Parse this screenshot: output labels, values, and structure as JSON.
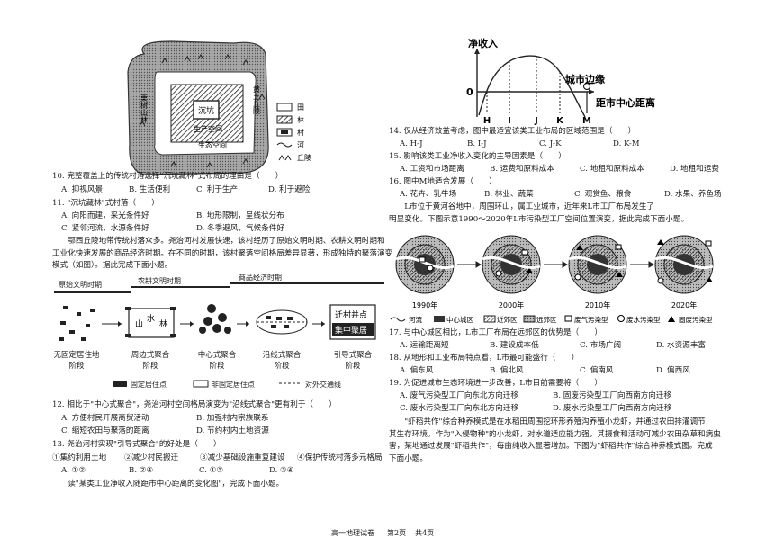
{
  "map1": {
    "label_center": "沉坑",
    "label_left": "栗树山林",
    "label_right": "黄土丘陵",
    "label_production": "生产空间",
    "label_living": "生态空间",
    "legend": [
      "田",
      "林",
      "村",
      "河",
      "丘陵"
    ]
  },
  "q10": {
    "stem": "10. 完整覆盖上的传统村落选择\"沉坑藏林\"式布局的理由是（　　）",
    "options": [
      "A. 抑视风景",
      "B. 生活便利",
      "C. 利于生产",
      "D. 利于避险"
    ]
  },
  "q11": {
    "stem": "11. \"沉坑藏林\"式村落（　　）",
    "options": [
      "A. 向阳而建，采光条件好",
      "B. 地形限制，呈线状分布",
      "C. 紧邻河流，水源条件好",
      "D. 冬季避风，气候条件好"
    ]
  },
  "intro1": [
    "　　鄂西丘陵地带传统村落众多。尧治河村发展快速，该村经历了原始文明时期、农耕文明时期和",
    "工业化快速发展的商品经济时期。在不同的时期，该村聚落空间格局差异显著，形成独特的聚落演变",
    "模式（如图）。据此完成下面小题。"
  ],
  "evo": {
    "periods": [
      "原始文明时期",
      "农耕文明时期",
      "商品经济时期"
    ],
    "stage_box2": [
      "山",
      "水",
      "林"
    ],
    "stage_box5": [
      "迁村并点",
      "集中聚居"
    ],
    "stages": [
      [
        "无固定居住地",
        "阶段"
      ],
      [
        "周边式聚合",
        "阶段"
      ],
      [
        "中心式聚合",
        "阶段"
      ],
      [
        "沿线式聚合",
        "阶段"
      ],
      [
        "引导式聚合",
        "阶段"
      ]
    ],
    "legend": [
      "固定居住点",
      "非固定居住点",
      "对外交通线"
    ]
  },
  "q12": {
    "stem": "12. 相比于\"中心式聚合\"，尧治河村空间格局演变为\"沿线式聚合\"更有利于（　　）",
    "options": [
      "A. 方便村民开展商贸活动",
      "B. 加强村内宗族联系",
      "C. 缩短农田与聚落的距离",
      "D. 节约村内土地资源"
    ]
  },
  "q13": {
    "stem": "13. 尧治河村实现\"引导式聚合\"的好处是（　　）",
    "items": [
      "①集约利用土地",
      "②减少村民搬迁",
      "③减少基础设施重复建设",
      "④保护传统村落多元格局"
    ],
    "options": [
      "A. ①②",
      "B. ②④",
      "C. ①③",
      "D. ③④"
    ]
  },
  "intro2": "　　读\"某类工业净收入随距市中心距离的变化图\"，完成下面小题。",
  "chart": {
    "ylabel": "净收入",
    "xlabel": "距市中心距离",
    "edge_label": "城市边缘",
    "origin": "0",
    "ticks": [
      "H",
      "I",
      "J",
      "K",
      "M"
    ]
  },
  "chart_data": {
    "type": "line",
    "title": "",
    "xlabel": "距市中心距离",
    "ylabel": "净收入",
    "x_ticks": [
      "H",
      "I",
      "J",
      "K",
      "M"
    ],
    "annotations": [
      "城市边缘"
    ]
  },
  "q14": {
    "stem": "14. 仅从经济效益考虑，图中最适宜该类工业布局的区域范围是（　　）",
    "options": [
      "A. H-J",
      "B. I-J",
      "C. J-K",
      "D. K-M"
    ]
  },
  "q15": {
    "stem": "15. 影响该类工业净收入变化的主导因素是（　　）",
    "options": [
      "A. 工资和市场距离",
      "B. 运费和原料成本",
      "C. 地租和原料成本",
      "D. 地租和运费"
    ]
  },
  "q16": {
    "stem": "16. 图中M地适合发展（　　）",
    "options": [
      "A. 花卉、乳牛场",
      "B. 林业、蔬菜",
      "C. 观赏鱼、粮食",
      "D. 水果、养鱼场"
    ]
  },
  "intro3": [
    "　　L市位于黄河谷地中，周围环山，属工业城市，近年来L市工厂布局发生了",
    "明显变化。下图示意1990～2020年L市污染型工厂空间位置演变，据此完成下面小题。"
  ],
  "years": [
    "1990年",
    "2000年",
    "2010年",
    "2020年"
  ],
  "legend3": [
    "河流",
    "中心城区",
    "近郊区",
    "远郊区",
    "废气污染型",
    "废水污染型",
    "固废污染型"
  ],
  "q17": {
    "stem": "17. 与中心城区相比，L市工厂布局在远郊区的优势是（　　）",
    "options": [
      "A. 运输距离短",
      "B. 建设成本低",
      "C. 市场广阔",
      "D. 水资源丰富"
    ]
  },
  "q18": {
    "stem": "18. 从地形和工业布局特点看，L市最可能盛行（　　）",
    "options": [
      "A. 偏东风",
      "B. 偏北风",
      "C. 偏南风",
      "D. 偏西风"
    ]
  },
  "q19": {
    "stem": "19. 为促进城市生态环境进一步改善，L市目前需要将（　　）",
    "options": [
      "A. 废气污染型工厂向东北方向迁移",
      "B. 固废污染型工厂向西南方向迁移",
      "C. 废水污染型工厂向东北方向迁移",
      "D. 废水污染型工厂向西南方向迁移"
    ]
  },
  "intro4": [
    "　　\"虾稻共作\"综合种养模式是在水稻田周围挖环形养殖沟养殖小龙虾，并通过农田排灌调节",
    "其生存环境。作为\"入侵物种\"的小龙虾，对水道适应能力强，其摄食和活动可减少农田杂草和病虫",
    "害，某地通过发展\"虾稻共作\"，每亩纯收入显著增加。下图为\"虾稻共作\"综合种养模式图。完成",
    "下面小题。"
  ],
  "footer": {
    "title": "高一地理试卷",
    "page": "第2页",
    "total": "共4页"
  }
}
